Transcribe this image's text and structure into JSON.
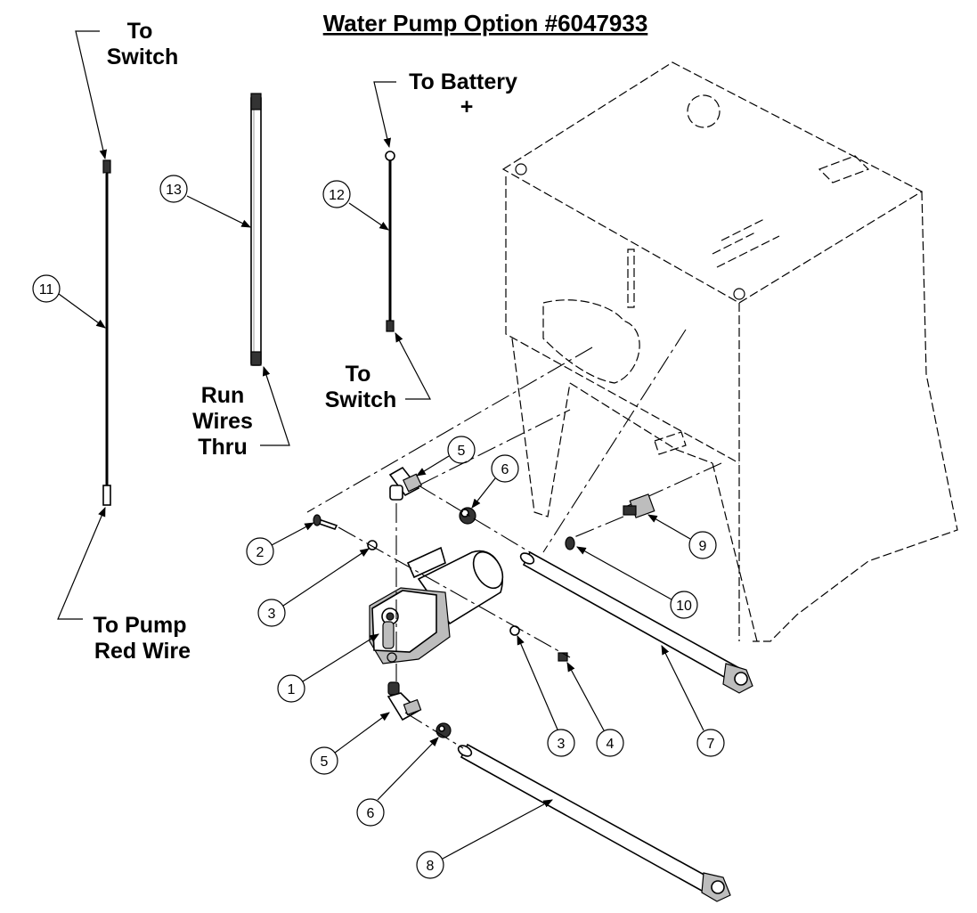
{
  "title": "Water Pump Option #6047933",
  "labels": {
    "to_switch_top": [
      "To",
      "Switch"
    ],
    "to_battery": [
      "To Battery",
      "+"
    ],
    "to_switch_mid": [
      "To",
      "Switch"
    ],
    "run_wires": [
      "Run",
      "Wires",
      "Thru"
    ],
    "to_pump": [
      "To Pump",
      "Red Wire"
    ]
  },
  "callouts": {
    "c1": "1",
    "c2": "2",
    "c3a": "3",
    "c3b": "3",
    "c4": "4",
    "c5a": "5",
    "c5b": "5",
    "c6a": "6",
    "c6b": "6",
    "c7": "7",
    "c8": "8",
    "c9": "9",
    "c10": "10",
    "c11": "11",
    "c12": "12",
    "c13": "13"
  }
}
